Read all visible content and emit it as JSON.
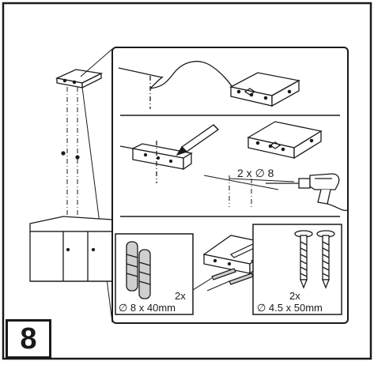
{
  "step": {
    "number": "8"
  },
  "drill_panel": {
    "label": "2 x ∅ 8"
  },
  "plugs_box": {
    "quantity": "2x",
    "dimensions": "∅ 8 x 40mm"
  },
  "screws_box": {
    "quantity": "2x",
    "dimensions": "∅ 4.5 x 50mm"
  },
  "colors": {
    "ink": "#1a1a1a",
    "paper": "#ffffff",
    "plug_fill": "#cfcfcf"
  },
  "icons": [
    "shelf-bracket-icon",
    "drill-icon",
    "wall-plug-icon",
    "screw-icon",
    "pencil-icon",
    "cabinet-icon"
  ]
}
